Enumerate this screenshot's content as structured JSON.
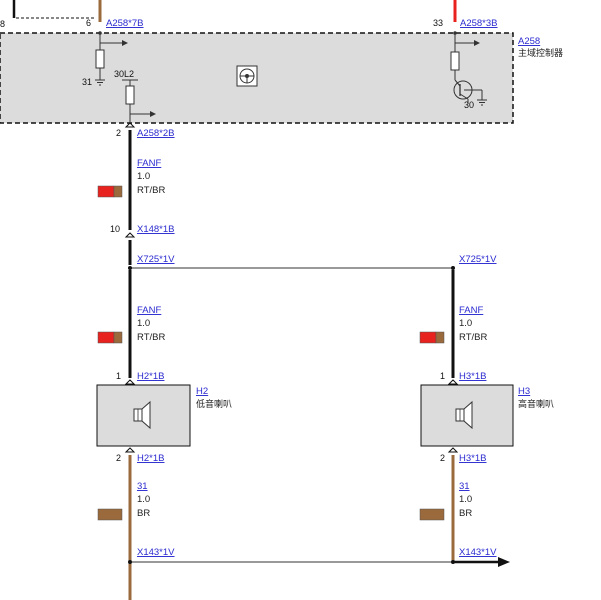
{
  "module": {
    "id": "A258",
    "name": "主域控制器",
    "connector_main": "A258*7B",
    "connector_right": "A258*3B",
    "connector_out": "A258*2B",
    "pin_6": "6",
    "pin_33": "33",
    "pin_2": "2",
    "pin_31": "31",
    "pin_30": "30",
    "label_30L2": "30L2",
    "pin_left_edge": "8"
  },
  "wire_a": {
    "name": "FANF",
    "size": "1.0",
    "color_code": "RT/BR"
  },
  "connector_x148": {
    "name": "X148*1B",
    "pin": "10"
  },
  "splice_x725": {
    "left": "X725*1V",
    "right": "X725*1V"
  },
  "wire_b": {
    "name": "FANF",
    "size": "1.0",
    "color_code": "RT/BR"
  },
  "wire_c": {
    "name": "FANF",
    "size": "1.0",
    "color_code": "RT/BR"
  },
  "speaker_h2": {
    "id": "H2",
    "name": "低音喇叭",
    "conn_top": "H2*1B",
    "conn_bottom": "H2*1B",
    "pin_top": "1",
    "pin_bottom": "2"
  },
  "speaker_h3": {
    "id": "H3",
    "name": "高音喇叭",
    "conn_top": "H3*1B",
    "conn_bottom": "H3*1B",
    "pin_top": "1",
    "pin_bottom": "2"
  },
  "ground_wire_left": {
    "name": "31",
    "size": "1.0",
    "color_code": "BR"
  },
  "ground_wire_right": {
    "name": "31",
    "size": "1.0",
    "color_code": "BR"
  },
  "splice_x143": {
    "left": "X143*1V",
    "right": "X143*1V"
  },
  "colors": {
    "red": "#e8231f",
    "brown": "#9a6a3c",
    "black": "#111111",
    "module_fill": "#dcdcdc",
    "link": "#2a2ad0"
  },
  "icons": [
    "steering-wheel-icon",
    "speaker-icon",
    "transistor-icon",
    "ground-icon",
    "arrow-right-icon"
  ]
}
